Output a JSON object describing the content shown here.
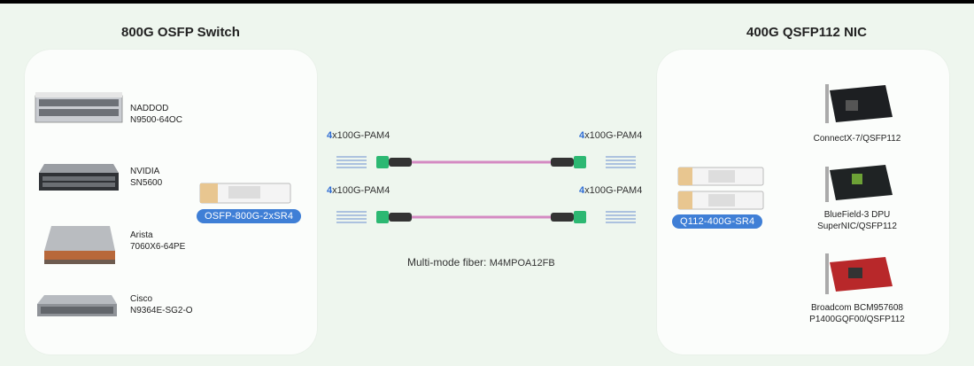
{
  "left": {
    "title": "800G OSFP Switch",
    "devices": [
      {
        "label": "NADDOD\nN9500-64OC"
      },
      {
        "label": "NVIDIA\nSN5600"
      },
      {
        "label": "Arista\n7060X6-64PE"
      },
      {
        "label": "Cisco\nN9364E-SG2-O"
      }
    ],
    "module": "OSFP-800G-2xSR4"
  },
  "right": {
    "title": "400G QSFP112 NIC",
    "devices": [
      {
        "label": "ConnectX-7/QSFP112"
      },
      {
        "label": "BlueField-3 DPU\nSuperNIC/QSFP112"
      },
      {
        "label": "Broadcom BCM957608\nP1400GQF00/QSFP112"
      }
    ],
    "module": "Q112-400G-SR4"
  },
  "links": [
    {
      "left_num": "4",
      "left_text": "x100G-PAM4",
      "right_num": "4",
      "right_text": "x100G-PAM4"
    },
    {
      "left_num": "4",
      "left_text": "x100G-PAM4",
      "right_num": "4",
      "right_text": "x100G-PAM4"
    }
  ],
  "fiber": {
    "label": "Multi-mode fiber:",
    "value": "M4MPOA12FB"
  },
  "colors": {
    "accent": "#3f7fd6",
    "fiber": "#d48ac2",
    "connector": "#2cb872",
    "connector_body": "#333333"
  }
}
